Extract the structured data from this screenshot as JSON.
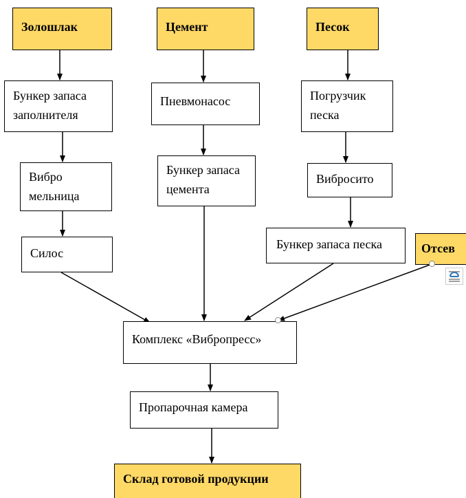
{
  "colors": {
    "source_fill": "#ffd966",
    "stroke": "#000000"
  },
  "nodes": {
    "zoloshlak": "Золошлак",
    "cement": "Цемент",
    "pesok": "Песок",
    "bunker_fill_1": "Бункер запаса",
    "bunker_fill_2": "заполнителя",
    "pnevmonasos": "Пневмонасос",
    "loader_1": "Погрузчик",
    "loader_2": "песка",
    "vibromill_1": "Вибро",
    "vibromill_2": "мельница",
    "bunker_cement_1": "Бункер запаса",
    "bunker_cement_2": "цемента",
    "vibrosito": "Вибросито",
    "silos": "Силос",
    "bunker_sand": "Бункер запаса песка",
    "otsev": "Отсев",
    "vibropress": "Комплекс «Вибропресс»",
    "steam_chamber": "Пропарочная камера",
    "warehouse": "Склад готовой продукции"
  },
  "icons": {
    "layout_options": "layout-options-icon"
  }
}
